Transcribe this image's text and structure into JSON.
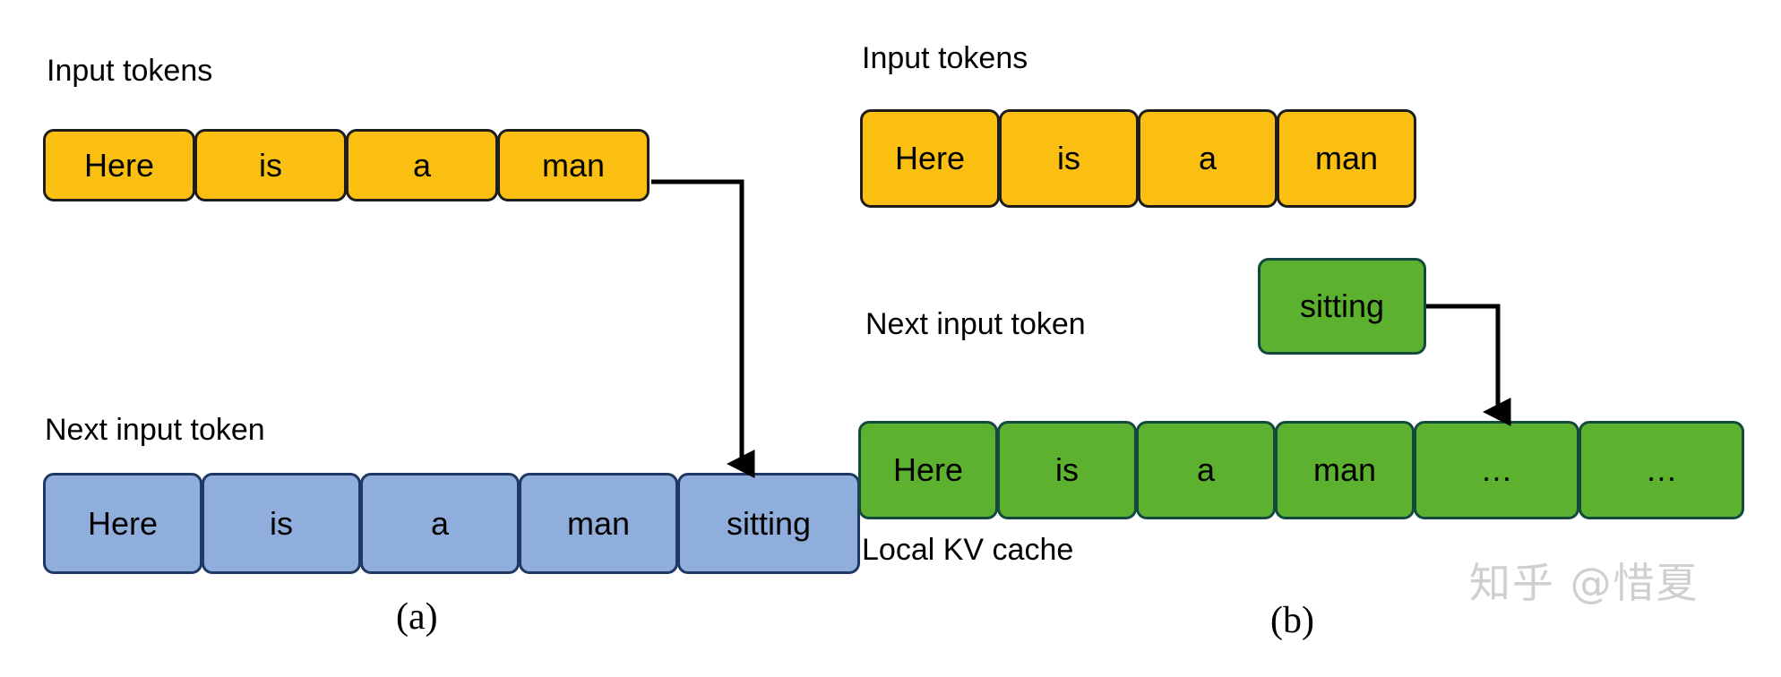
{
  "figure": {
    "panel_a": {
      "caption": "(a)",
      "input_label": "Input tokens",
      "next_label": "Next input token",
      "input_tokens": [
        "Here",
        "is",
        "a",
        "man"
      ],
      "next_tokens": [
        "Here",
        "is",
        "a",
        "man",
        "sitting"
      ],
      "input_color": "#FBBF11",
      "next_color": "#8FAEDC",
      "arrow": "elbow-arrow-down"
    },
    "panel_b": {
      "caption": "(b)",
      "input_label": "Input tokens",
      "next_label": "Next input token",
      "cache_label": "Local KV cache",
      "input_tokens": [
        "Here",
        "is",
        "a",
        "man"
      ],
      "next_token": "sitting",
      "cache_tokens": [
        "Here",
        "is",
        "a",
        "man",
        "…",
        "…"
      ],
      "input_color": "#FBBF11",
      "next_color": "#5CB22E",
      "cache_color": "#5CB22E",
      "arrow": "elbow-arrow-down"
    },
    "watermark": "知乎 @惜夏",
    "background": "#ffffff",
    "border_color": "#1F3864"
  }
}
